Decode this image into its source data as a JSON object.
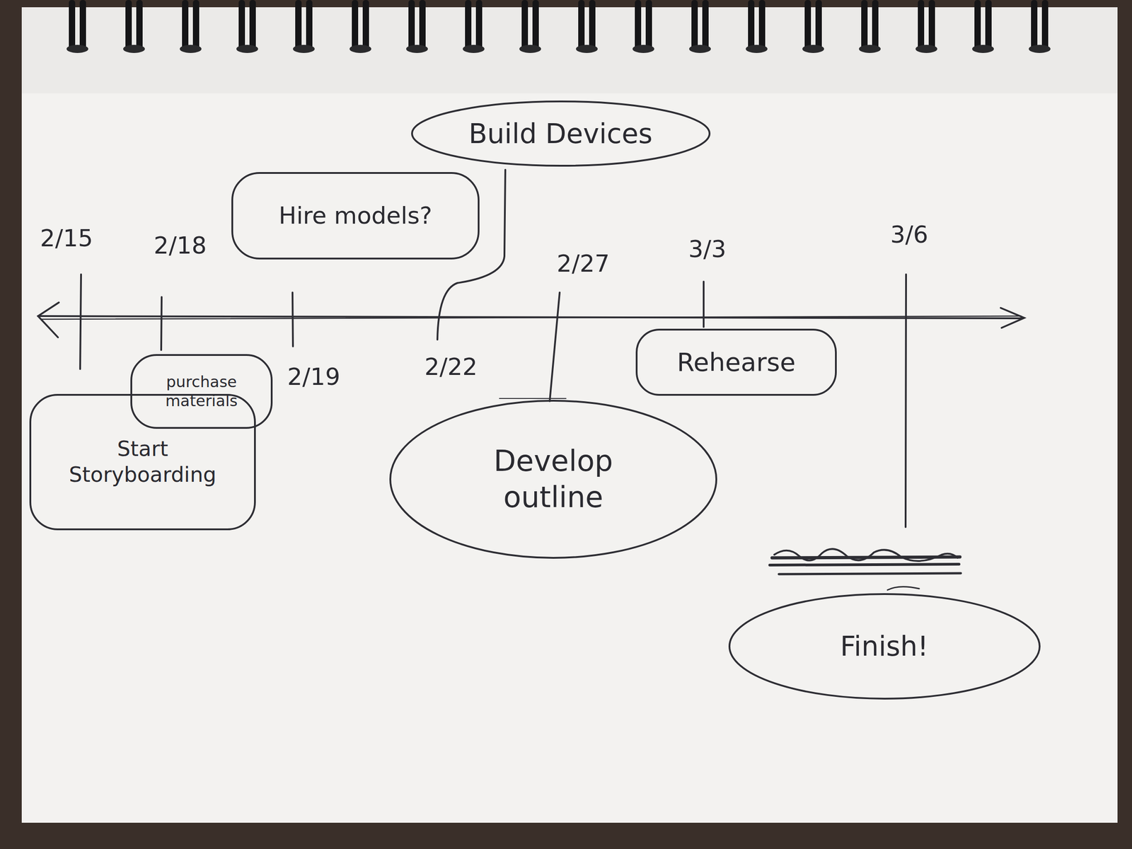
{
  "diagram": {
    "nodes": [
      {
        "text": [
          "Build Devices"
        ]
      },
      {
        "text": [
          "Hire models?"
        ]
      },
      {
        "text": [
          "purchase materials"
        ]
      },
      {
        "text": [
          "Rehearse"
        ]
      },
      {
        "text": [
          "Start Storyboarding"
        ]
      },
      {
        "text": [
          "Develop outline"
        ]
      },
      {
        "text": [
          "Finish!"
        ]
      }
    ],
    "labels": [
      "2/15",
      "2/18",
      "2/19",
      "2/22",
      "2/27",
      "3/3",
      "3/6"
    ]
  }
}
